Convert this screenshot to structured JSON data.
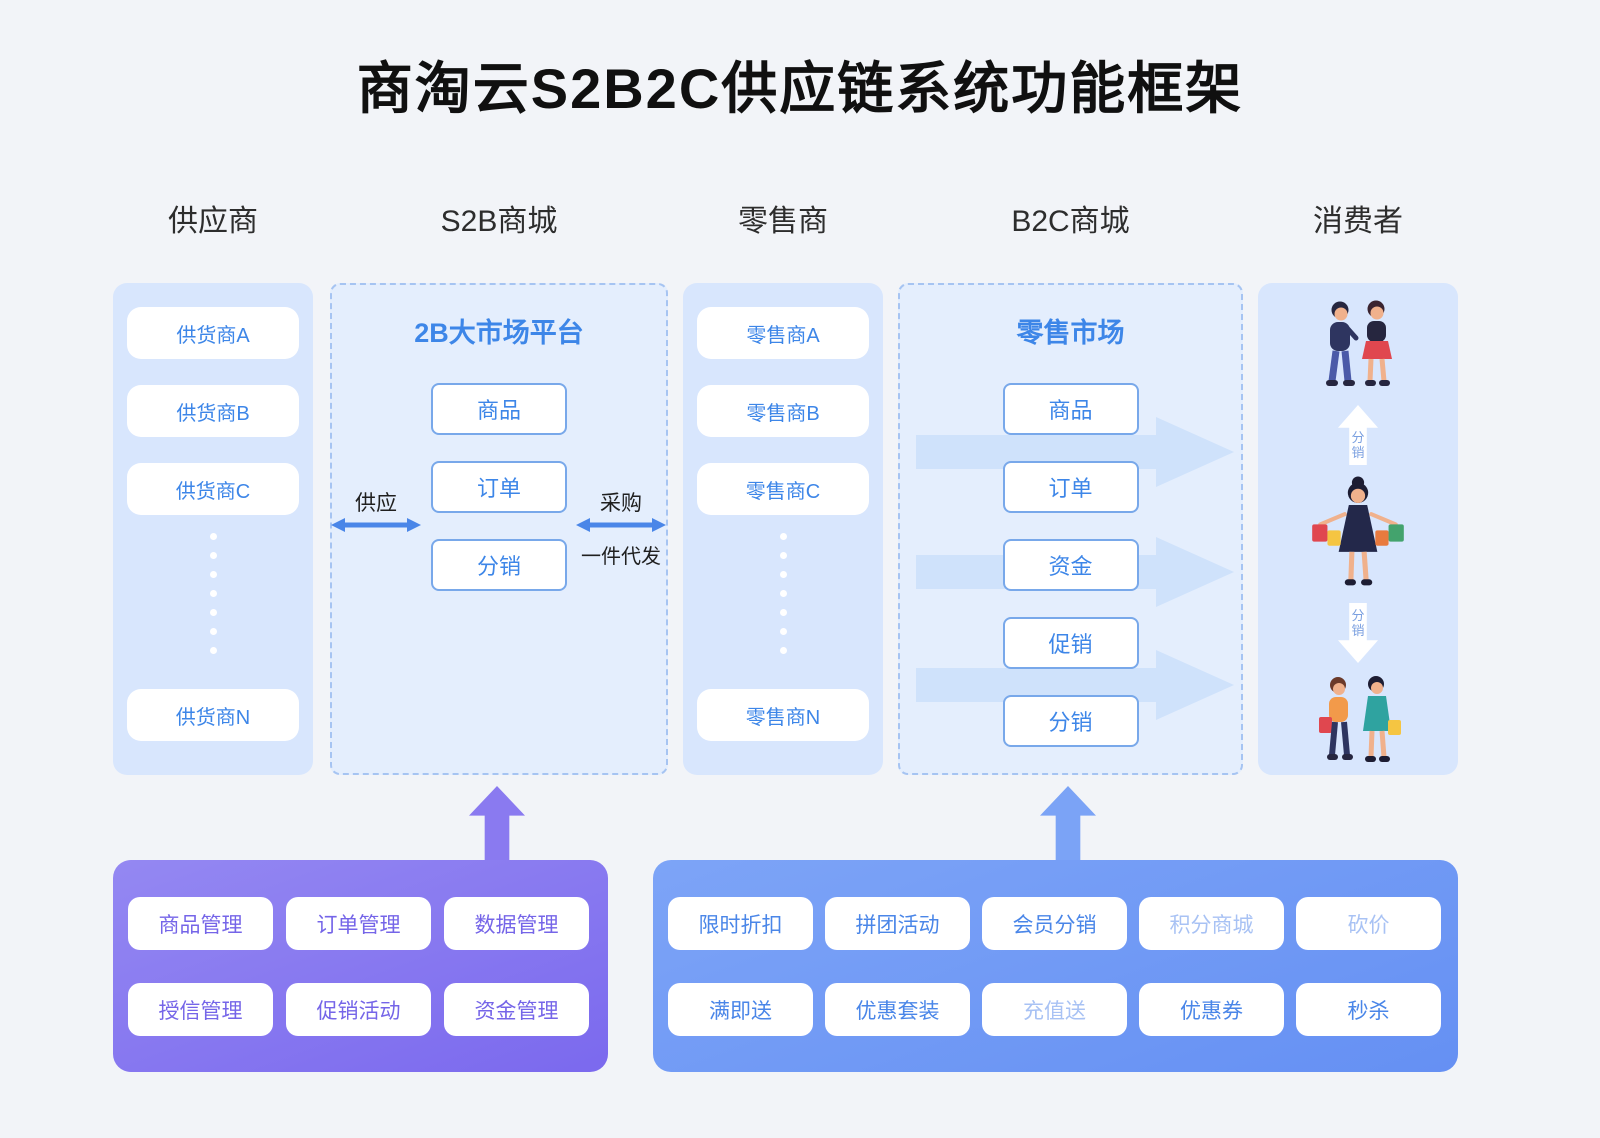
{
  "title": "商淘云S2B2C供应链系统功能框架",
  "headers": {
    "supplier": "供应商",
    "s2b_mall": "S2B商城",
    "retailer": "零售商",
    "b2c_mall": "B2C商城",
    "consumer": "消费者"
  },
  "supplier_column": {
    "items": [
      "供货商A",
      "供货商B",
      "供货商C",
      "供货商N"
    ]
  },
  "s2b_platform": {
    "title": "2B大市场平台",
    "boxes": [
      "商品",
      "订单",
      "分销"
    ]
  },
  "retailer_column": {
    "items": [
      "零售商A",
      "零售商B",
      "零售商C",
      "零售商N"
    ]
  },
  "b2c_platform": {
    "title": "零售市场",
    "boxes": [
      "商品",
      "订单",
      "资金",
      "促销",
      "分销"
    ]
  },
  "flow_labels": {
    "supply": "供应",
    "purchase": "采购",
    "dropship": "一件代发",
    "distribution_top": "分销",
    "distribution_bottom": "分销"
  },
  "purple_panel": {
    "items": [
      "商品管理",
      "订单管理",
      "数据管理",
      "授信管理",
      "促销活动",
      "资金管理"
    ]
  },
  "blue_panel": {
    "items": [
      "限时折扣",
      "拼团活动",
      "会员分销",
      "积分商城",
      "砍价",
      "满即送",
      "优惠套装",
      "充值送",
      "优惠券",
      "秒杀"
    ]
  },
  "colors": {
    "background": "#f2f4f8",
    "light_panel": "#d8e6fd",
    "dashed_panel": "#e4eefd",
    "accent_blue": "#3d86e8",
    "arrow_blue": "#4a86e8",
    "purple_panel": "#8a79f0",
    "blue_panel": "#6d98f5"
  }
}
